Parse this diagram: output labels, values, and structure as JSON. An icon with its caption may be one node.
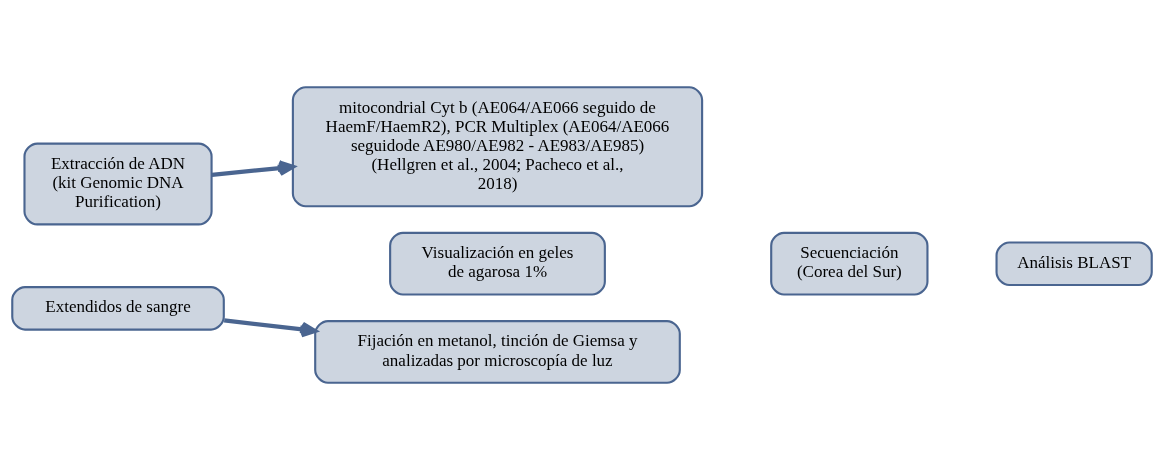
{
  "diagram": {
    "nodes": [
      {
        "text": [
          "Extracción de ADN (kit Genomic DNA Purification)"
        ]
      },
      {
        "text": [
          "mitocondrial Cyt b (AE064/AE066 seguido de HaemF/HaemR2), PCR Multiplex (AE064/AE066 seguidode AE980/AE982 - AE983/AE985) (Hellgren et al., 2004; Pacheco et al., 2018)"
        ]
      },
      {
        "text": [
          "Visualización en geles de agarosa 1%"
        ]
      },
      {
        "text": [
          "Secuenciación (Corea del Sur)"
        ]
      },
      {
        "text": [
          "Análisis BLAST"
        ]
      },
      {
        "text": [
          "Extendidos de sangre"
        ]
      },
      {
        "text": [
          "Fijación en metanol, tinción de Giemsa y analizadas por microscopía de luz"
        ]
      }
    ],
    "edges": [
      {
        "from": 0,
        "to": 1,
        "arrow": "to"
      },
      {
        "from": 5,
        "to": 6,
        "arrow": "to"
      }
    ]
  }
}
